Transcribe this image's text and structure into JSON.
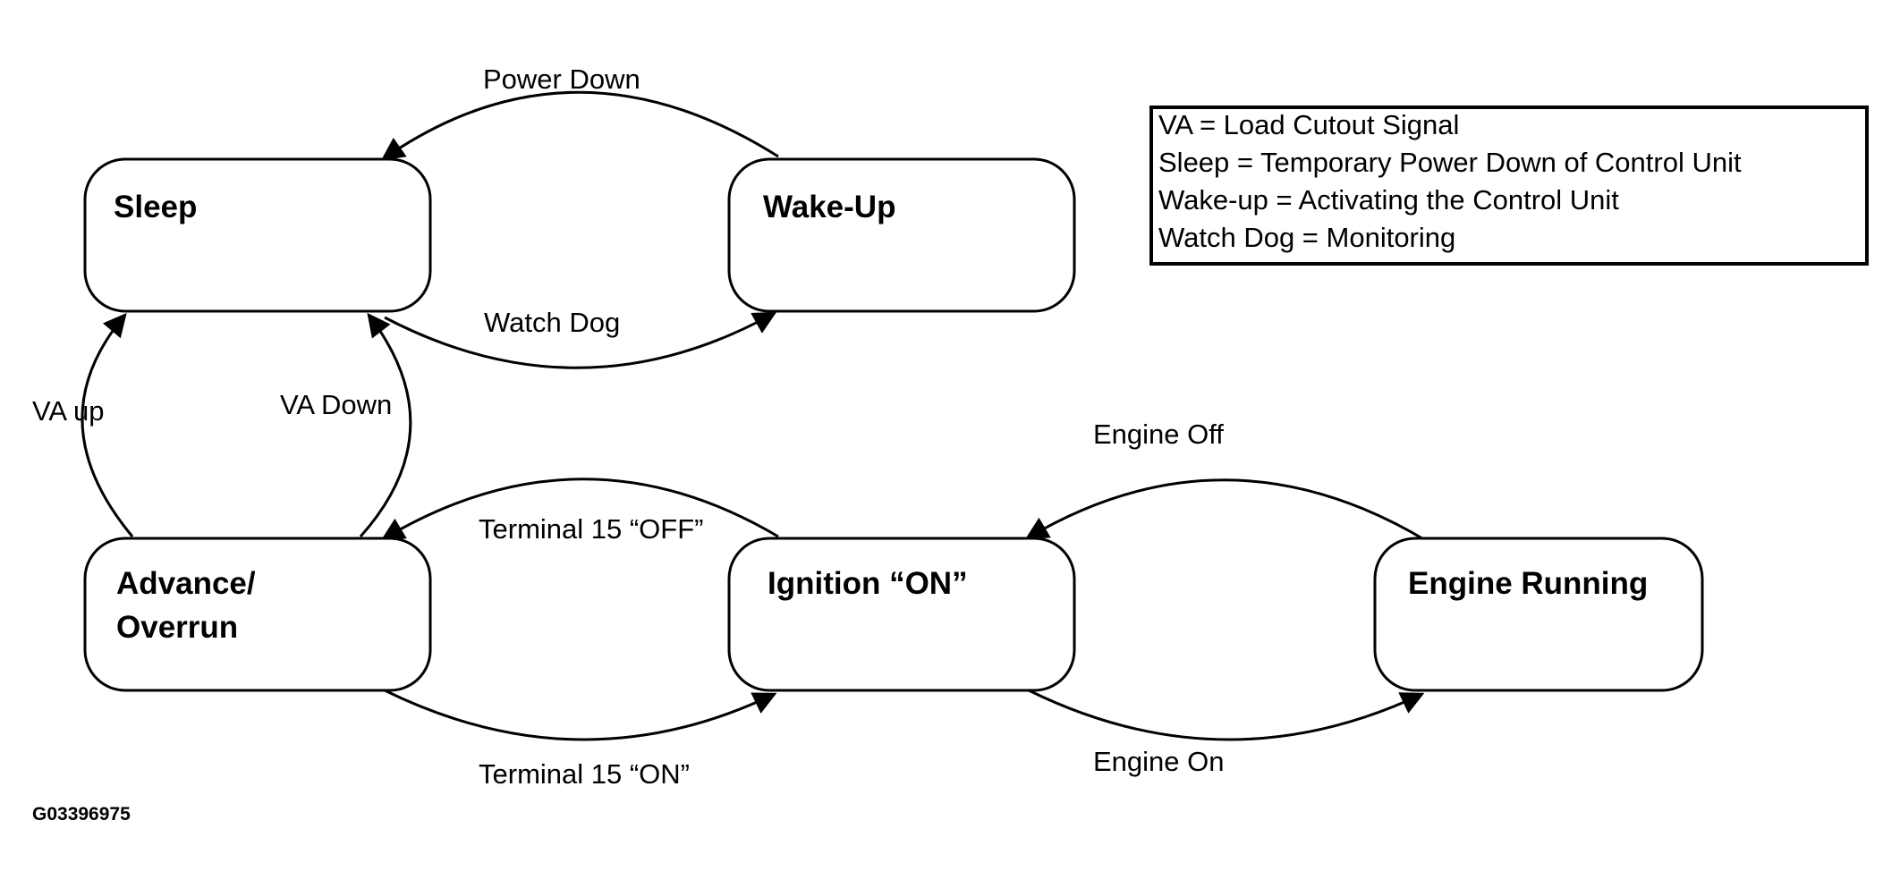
{
  "states": {
    "sleep": "Sleep",
    "wake_up": "Wake-Up",
    "advance_line1": "Advance/",
    "advance_line2": "Overrun",
    "ignition_on": "Ignition “ON”",
    "engine_running": "Engine Running"
  },
  "transitions": {
    "power_down": "Power Down",
    "watch_dog": "Watch Dog",
    "va_up": "VA up",
    "va_down": "VA Down",
    "terminal_15_off": "Terminal 15 “OFF”",
    "terminal_15_on": "Terminal 15 “ON”",
    "engine_off": "Engine Off",
    "engine_on": "Engine On"
  },
  "legend": [
    "VA = Load Cutout Signal",
    "Sleep = Temporary Power Down of Control Unit",
    "Wake-up = Activating the Control Unit",
    "Watch Dog = Monitoring"
  ],
  "figure_id": "G03396975"
}
